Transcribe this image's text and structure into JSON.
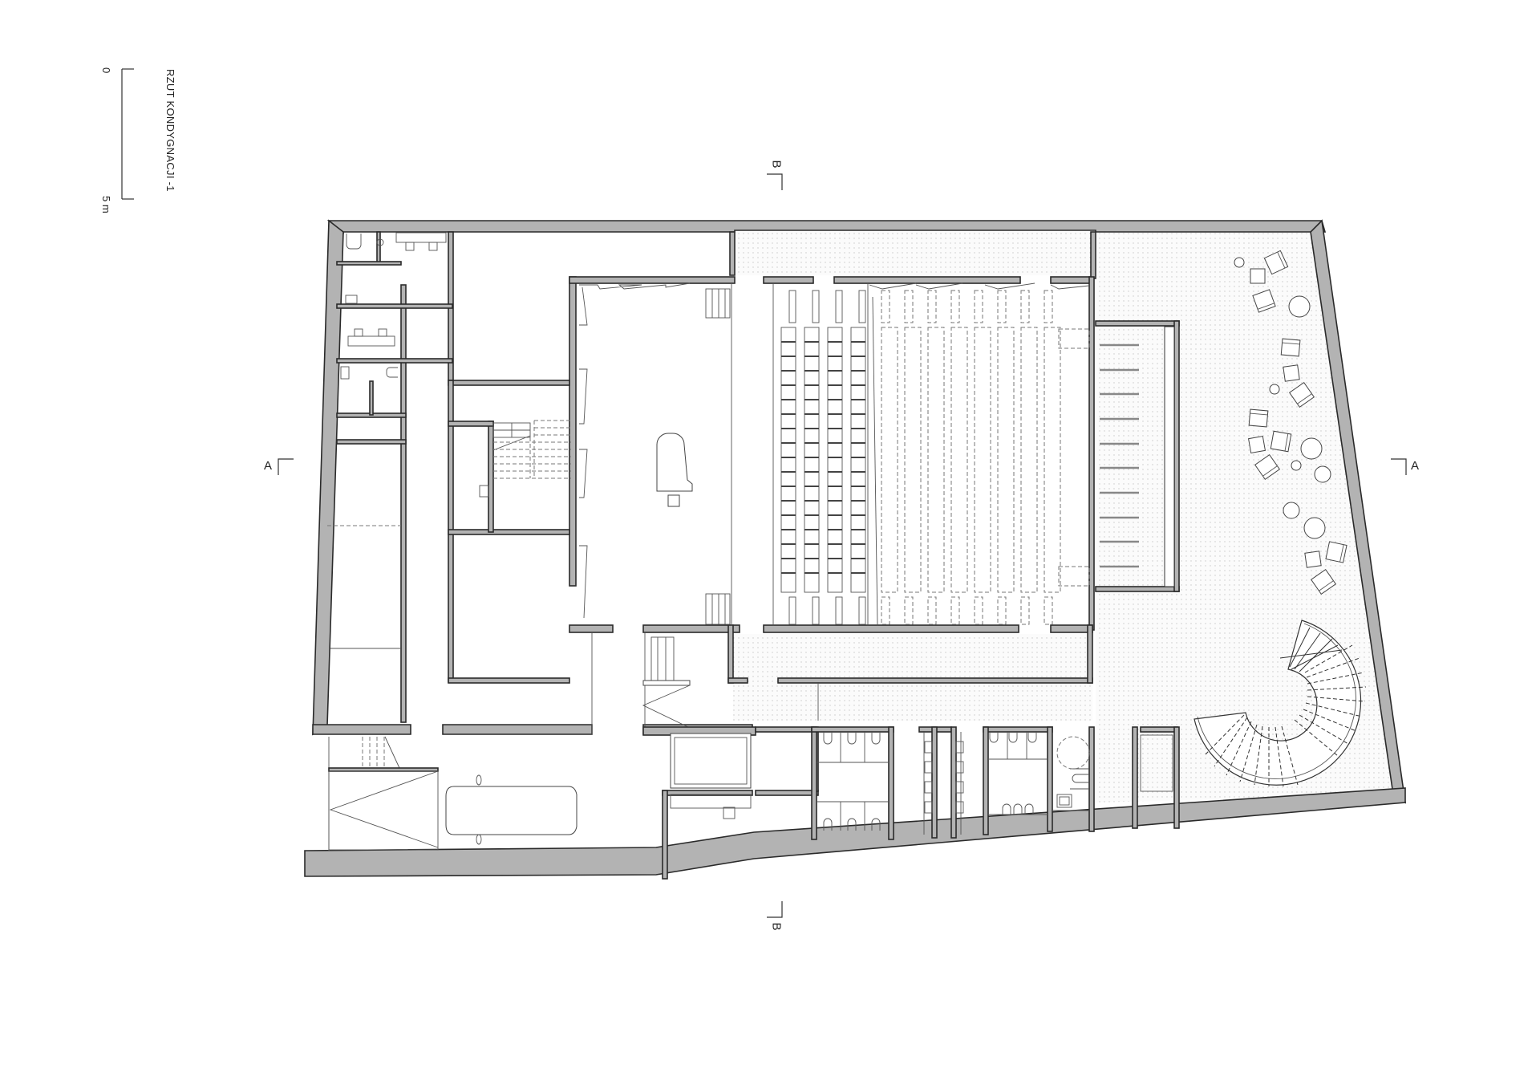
{
  "drawing": {
    "title": "RZUT KONDYGNACJI -1",
    "scale_bar": {
      "start_label": "0",
      "end_label": "5 m"
    },
    "section_markers": {
      "a_left": "A",
      "a_right": "A",
      "b_top": "B",
      "b_bottom": "B"
    },
    "colors": {
      "wall_fill": "#b3b3b3",
      "wall_stroke": "#2a2a2a",
      "background": "#ffffff",
      "paving_dots": "#c8c8c8"
    },
    "spaces": [
      "sanitary-rooms-northwest",
      "corridor-west",
      "storage-west",
      "stair-core",
      "rehearsal-stage-room",
      "auditorium-seating",
      "foyer-north",
      "foyer-south",
      "courtyard-garden",
      "spiral-staircase",
      "garage-with-car",
      "elevator",
      "toilets-south",
      "lockers-south"
    ],
    "furniture": {
      "piano": "grand-piano",
      "garden_items": [
        "armchairs",
        "round-tables",
        "square-tables"
      ],
      "vehicle": "car"
    }
  }
}
